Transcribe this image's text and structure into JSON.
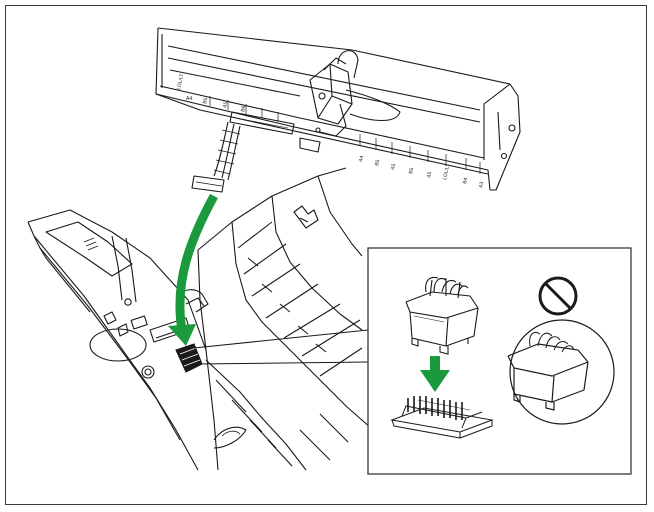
{
  "colors": {
    "arrow": "#1a9a3c",
    "line": "#1a1a1a",
    "background": "#ffffff",
    "callout_border": "#3a3a3a"
  },
  "parts": {
    "tray_scale_labels_top": [
      "LGL/LT",
      "A4",
      "B5",
      "A5",
      "B6"
    ],
    "tray_scale_labels_front": [
      "A4",
      "B5",
      "A5",
      "B5",
      "A5",
      "LGL/LT",
      "B4",
      "A3"
    ]
  },
  "icons": [
    "prohibited-icon",
    "down-arrow-icon",
    "curved-arrow-icon"
  ]
}
